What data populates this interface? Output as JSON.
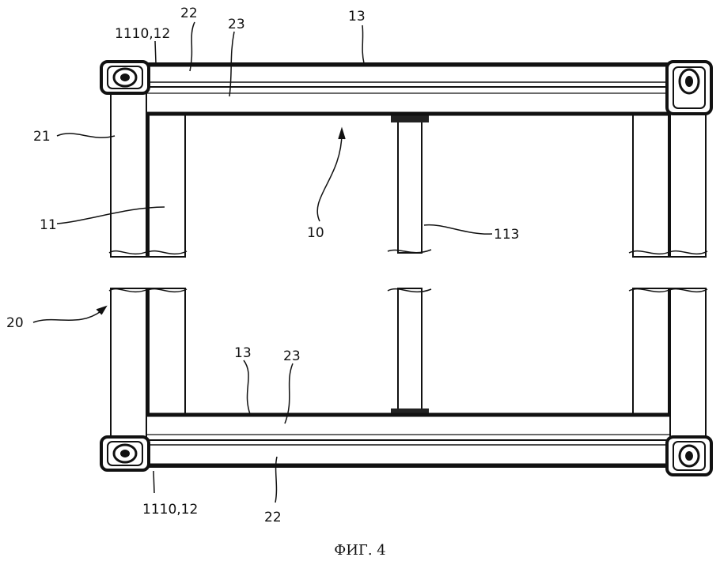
{
  "caption": "ФИГ. 4",
  "labels": {
    "l_1110_12_top": "1110,12",
    "l_22_top": "22",
    "l_23_top": "23",
    "l_13_top": "13",
    "l_21": "21",
    "l_11": "11",
    "l_10": "10",
    "l_113": "113",
    "l_20": "20",
    "l_13_bottom": "13",
    "l_23_bottom": "23",
    "l_1110_12_bottom": "1110,12",
    "l_22_bottom": "22"
  }
}
